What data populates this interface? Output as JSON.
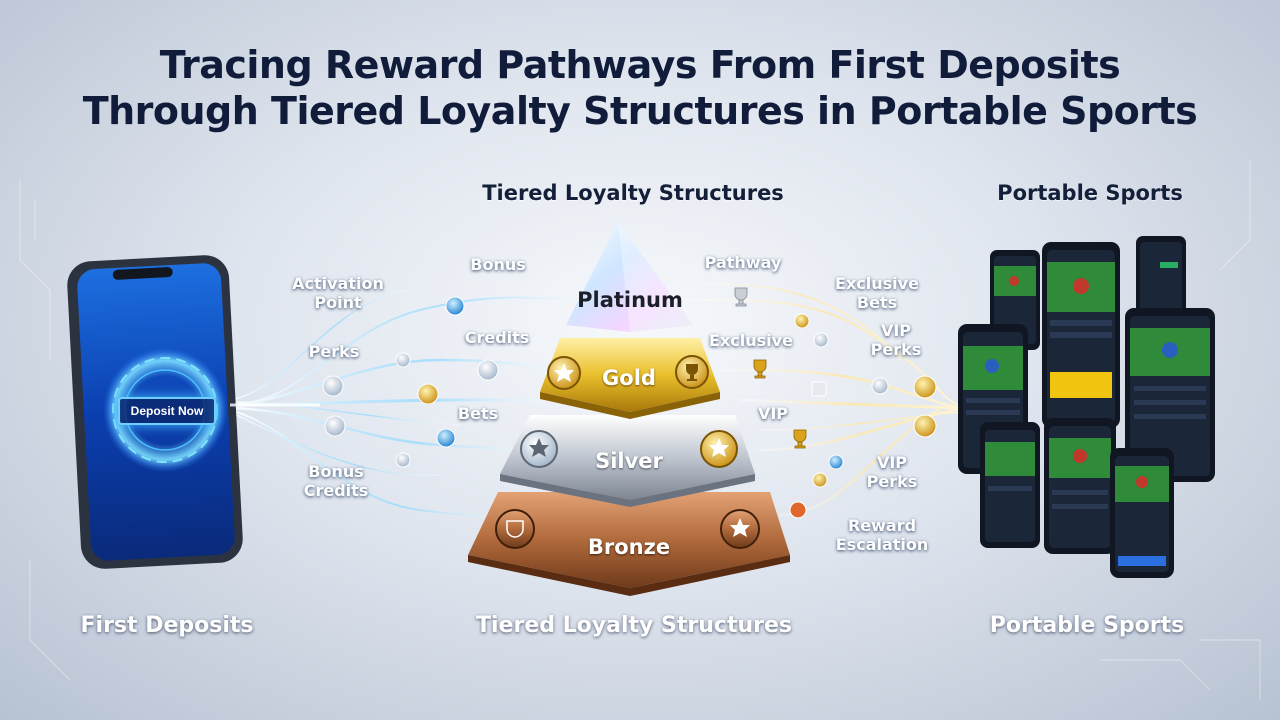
{
  "title_line1": "Tracing Reward Pathways From First Deposits",
  "title_line2": "Through Tiered Loyalty Structures in Portable Sports",
  "sections": {
    "top_center": "Tiered Loyalty Structures",
    "top_right": "Portable Sports",
    "bottom_left": "First Deposits",
    "bottom_center": "Tiered Loyalty Structures",
    "bottom_right": "Portable Sports"
  },
  "phone_button": "Deposit Now",
  "left_labels": {
    "activation": "Activation\nPoint",
    "perks": "Perks",
    "bonus_credits": "Bonus\nCredits",
    "bonus": "Bonus",
    "credits": "Credits",
    "bets": "Bets"
  },
  "right_labels": {
    "pathway": "Pathway",
    "exclusive": "Exclusive",
    "vip": "VIP",
    "exclusive_bets": "Exclusive\nBets",
    "vip_perks_top": "VIP\nPerks",
    "vip_perks_bottom": "VIP\nPerks",
    "reward_escalation": "Reward\nEscalation"
  },
  "tiers": {
    "platinum": "Platinum",
    "gold": "Gold",
    "silver": "Silver",
    "bronze": "Bronze"
  },
  "colors": {
    "title": "#111c3a",
    "flow_blue": "#7fd3ff",
    "flow_gold": "#ffe08a",
    "gold": "#e2b320",
    "silver": "#b8bfca",
    "bronze": "#b06a3c"
  }
}
